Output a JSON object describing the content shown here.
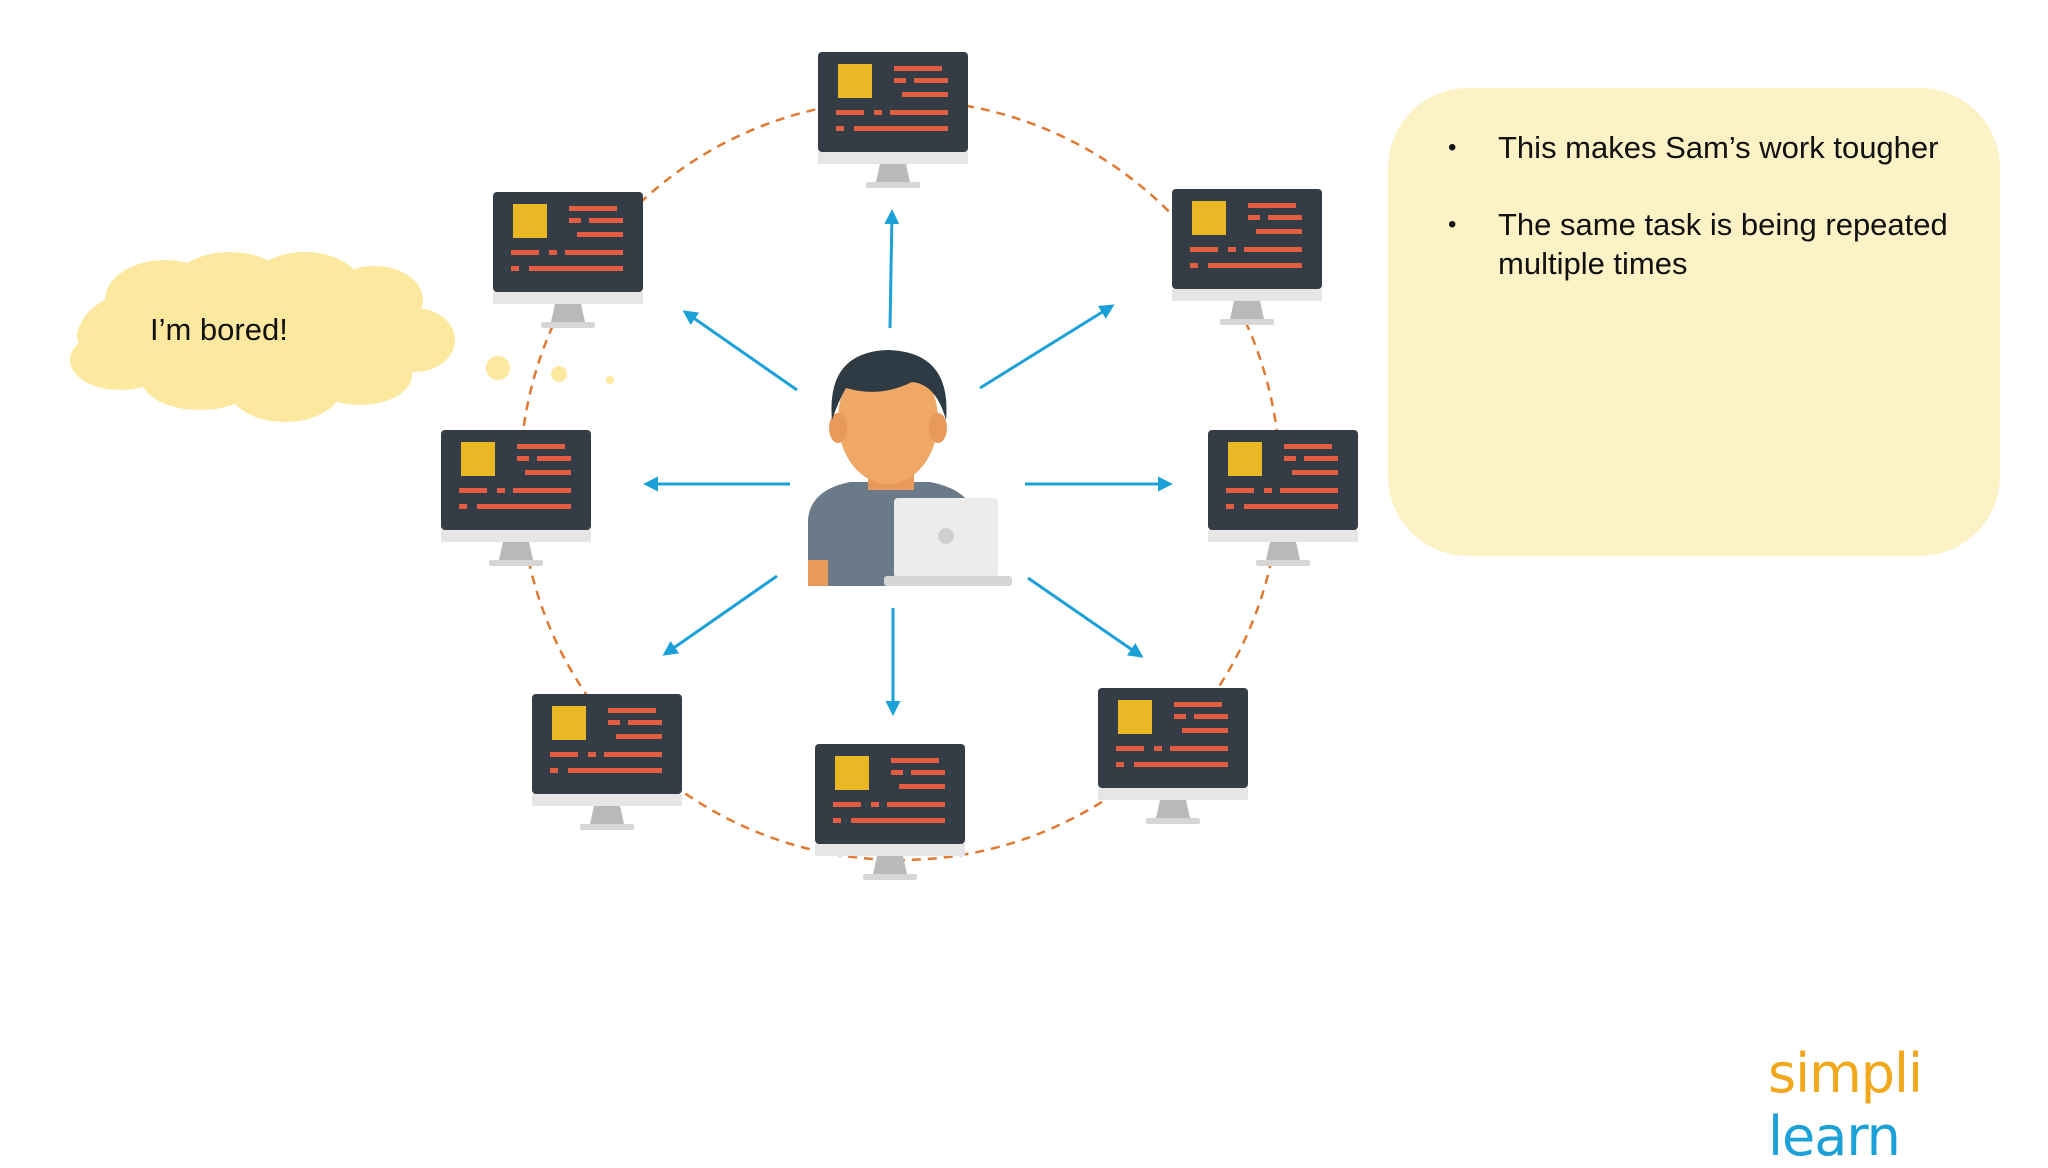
{
  "thought_bubble": {
    "text": "I’m bored!"
  },
  "info_panel": {
    "bullets": [
      "This makes Sam’s work tougher",
      "The same task is being repeated multiple times"
    ]
  },
  "logo": {
    "part1": "simpl",
    "separator": "i",
    "part2": "learn"
  },
  "icons": {
    "center": "person-with-laptop-icon",
    "nodes": "computer-monitor-icon"
  },
  "colors": {
    "arrow": "#1ba0d8",
    "ring": "#e07a32",
    "monitor_screen": "#343c45",
    "monitor_square": "#e9b824",
    "monitor_lines": "#e35d42",
    "cloud": "#fde8a0",
    "panel": "#fdf1c6"
  }
}
